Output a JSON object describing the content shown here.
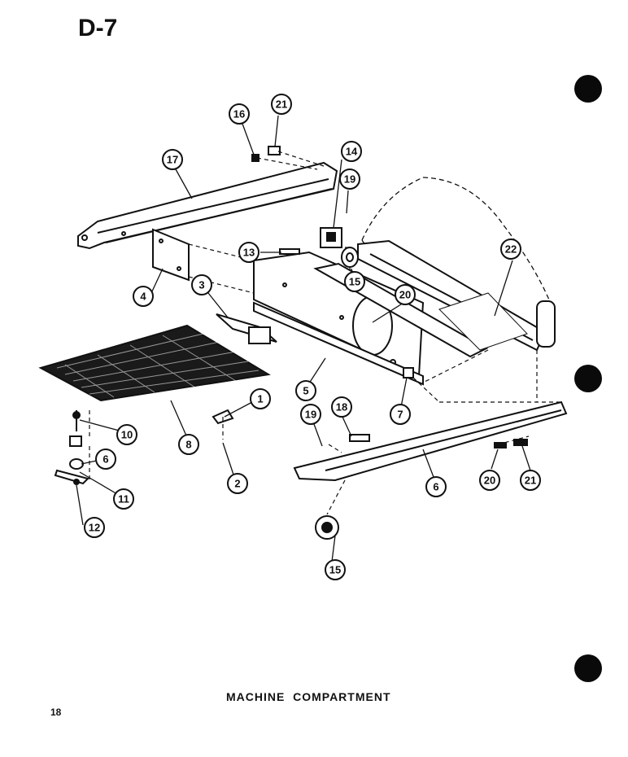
{
  "page_code": "D-7",
  "caption": "MACHINE  COMPARTMENT",
  "page_number": "18",
  "callouts": [
    "1",
    "2",
    "3",
    "4",
    "5",
    "6",
    "6",
    "7",
    "8",
    "10",
    "11",
    "12",
    "13",
    "14",
    "15",
    "15",
    "16",
    "17",
    "18",
    "19",
    "19",
    "20",
    "20",
    "21",
    "21",
    "22"
  ]
}
